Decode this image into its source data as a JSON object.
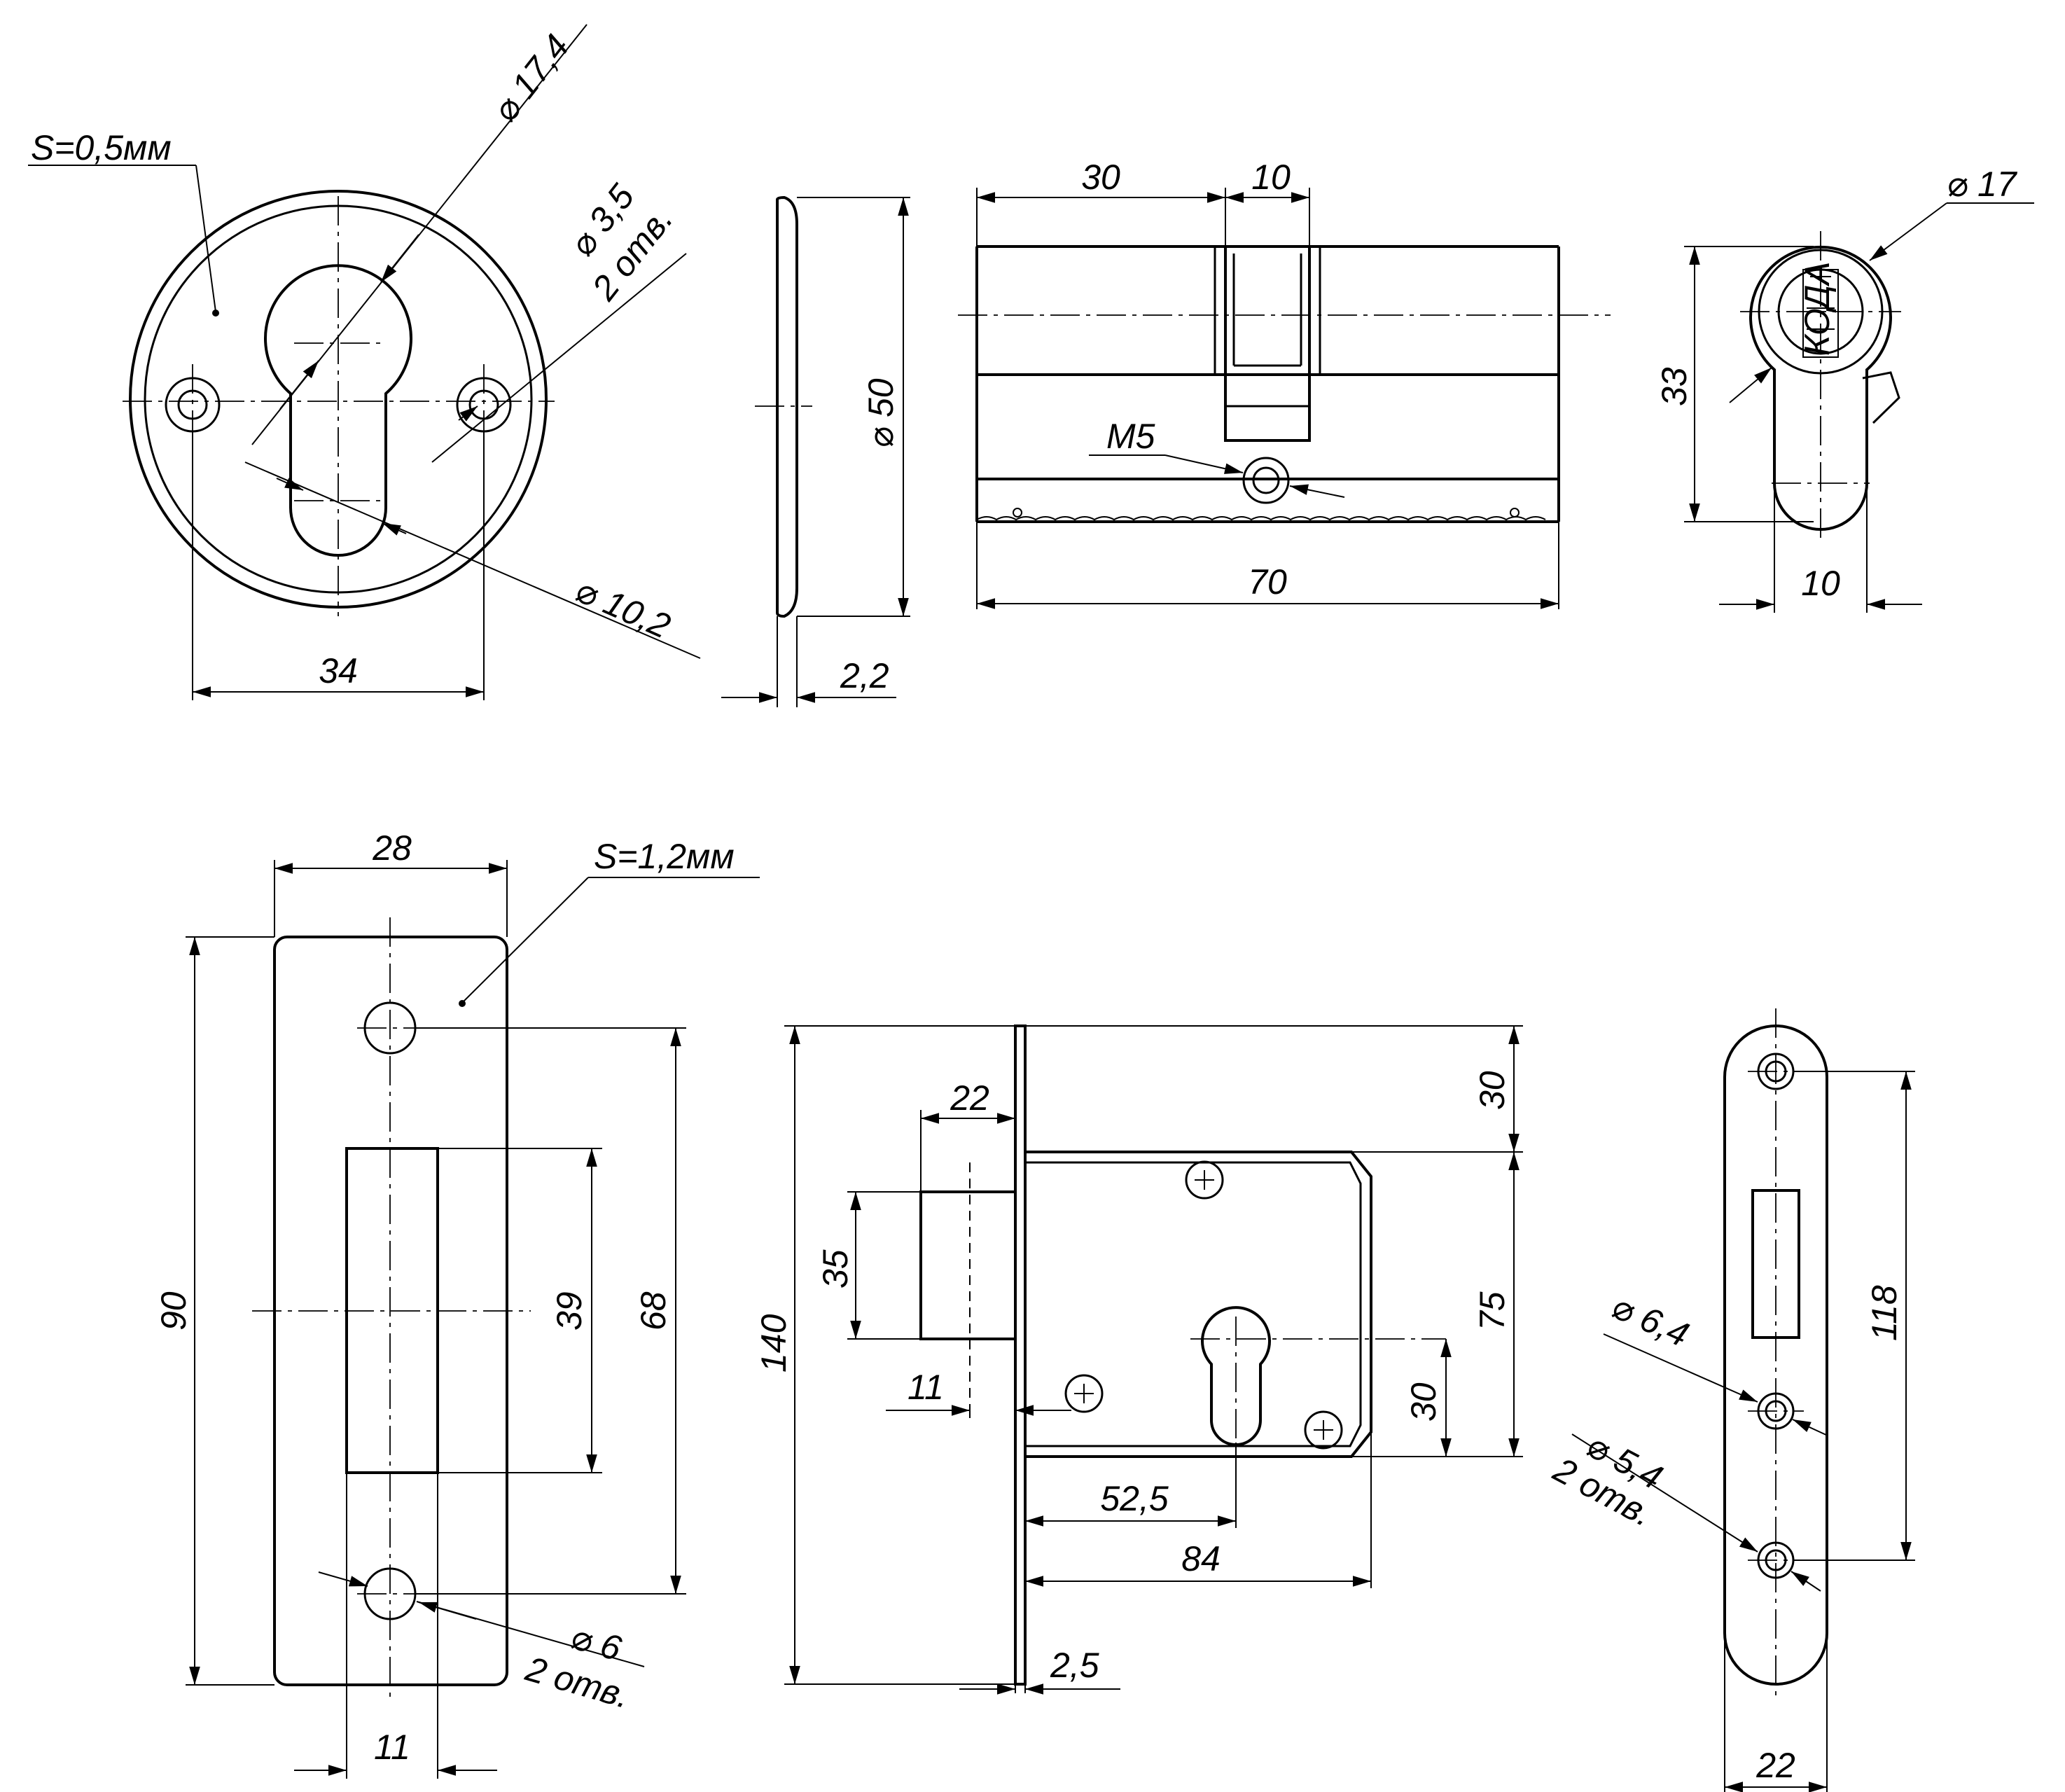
{
  "escutcheon": {
    "thickness_note": "S=0,5мм",
    "dia_outer": "⌀ 17,4",
    "dia_holes": "⌀ 3,5",
    "holes_note": "2 отв.",
    "dia_bottom": "⌀ 10,2",
    "hole_spacing": "34"
  },
  "escutcheon_side": {
    "diameter": "⌀ 50",
    "thickness": "2,2"
  },
  "cylinder": {
    "dim_30": "30",
    "dim_10": "10",
    "screw": "M5",
    "length": "70"
  },
  "cylinder_end": {
    "diameter": "⌀ 17",
    "height": "33",
    "width": "10",
    "brand": "КОДА"
  },
  "strike_plate": {
    "width": "28",
    "thickness_note": "S=1,2мм",
    "height": "90",
    "slot_height": "39",
    "hole_spacing": "68",
    "dia_holes": "⌀ 6",
    "holes_note": "2 отв.",
    "slot_width": "11"
  },
  "lock_body": {
    "bolt_projection": "22",
    "bolt_height": "35",
    "faceplate_height": "140",
    "bolt_offset": "11",
    "top_offset": "30",
    "case_height": "75",
    "cylinder_spacing": "30",
    "backset": "52,5",
    "case_depth": "84",
    "faceplate_thickness": "2,5"
  },
  "faceplate": {
    "dia_middle": "⌀ 6,4",
    "dia_holes": "⌀ 5,4",
    "holes_note": "2 отв.",
    "hole_spacing": "118",
    "width": "22"
  }
}
